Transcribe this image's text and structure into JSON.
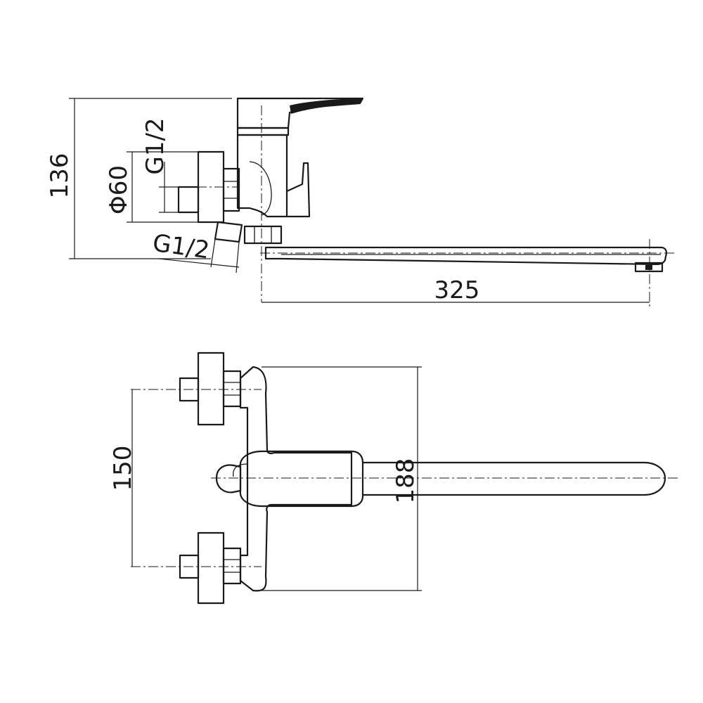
{
  "diagram": {
    "dimensions": {
      "height_136": "136",
      "diameter_60": "Φ60",
      "thread_top": "G1/2",
      "thread_bottom": "G1/2",
      "spout_325": "325",
      "center_150": "150",
      "width_188": "188"
    },
    "colors": {
      "line": "#1a1a1a",
      "background": "#ffffff"
    }
  }
}
